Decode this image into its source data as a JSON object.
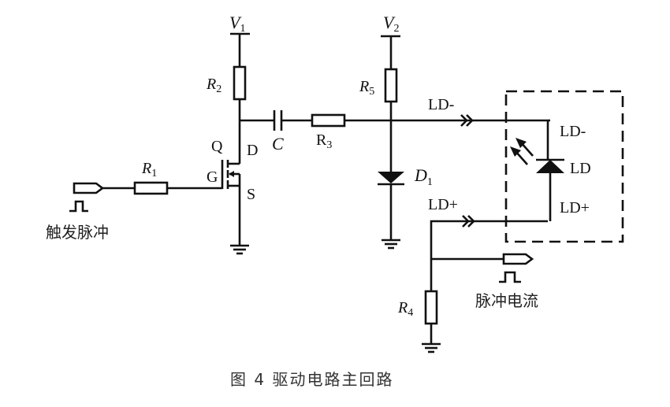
{
  "diagram": {
    "caption": "图 4  驱动电路主回路",
    "supplies": [
      {
        "id": "V1",
        "label": "V",
        "sub": "1"
      },
      {
        "id": "V2",
        "label": "V",
        "sub": "2"
      }
    ],
    "resistors": [
      {
        "id": "R1",
        "label": "R",
        "sub": "1"
      },
      {
        "id": "R2",
        "label": "R",
        "sub": "2"
      },
      {
        "id": "R3",
        "label": "R",
        "sub": "3"
      },
      {
        "id": "R4",
        "label": "R",
        "sub": "4"
      },
      {
        "id": "R5",
        "label": "R",
        "sub": "5"
      }
    ],
    "capacitor": {
      "label": "C"
    },
    "diode": {
      "label": "D",
      "sub": "1"
    },
    "mosfet": {
      "name": "Q",
      "gate": "G",
      "drain": "D",
      "source": "S"
    },
    "laser_diode": {
      "label": "LD",
      "minus": "LD-",
      "plus": "LD+"
    },
    "connectors": {
      "ld_minus": "LD-",
      "ld_plus": "LD+"
    },
    "ports": {
      "trigger": "触发脉冲",
      "current": "脉冲电流"
    }
  }
}
